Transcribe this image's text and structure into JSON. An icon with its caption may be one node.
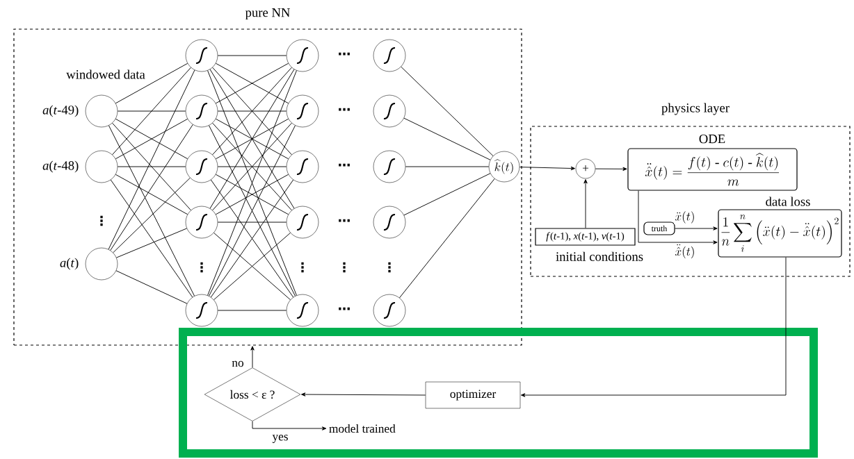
{
  "diagram": {
    "nodes": [
      {
        "text": [
          "pure NN"
        ]
      },
      {
        "text": [],
        "shape": "circle",
        "beside": [
          "*a*(*t*-49)"
        ],
        "in": 0
      },
      {
        "text": [],
        "shape": "circle",
        "beside": [
          "*a*(*t*-48)"
        ],
        "in": 0
      },
      {
        "text": [],
        "shape": "circle",
        "beside": [
          "*a*(*t*)"
        ],
        "in": 0
      },
      {
        "text": [],
        "shape": "circle",
        "in": 0
      },
      {
        "text": [],
        "shape": "circle",
        "in": 0
      },
      {
        "text": [],
        "shape": "circle",
        "in": 0
      },
      {
        "text": [],
        "shape": "circle",
        "in": 0
      },
      {
        "text": [],
        "shape": "circle",
        "in": 0
      },
      {
        "text": [],
        "shape": "circle",
        "in": 0
      },
      {
        "text": [],
        "shape": "circle",
        "in": 0
      },
      {
        "text": [],
        "shape": "circle",
        "in": 0
      },
      {
        "text": [],
        "shape": "circle",
        "in": 0
      },
      {
        "text": [],
        "shape": "circle",
        "in": 0
      },
      {
        "text": [],
        "shape": "circle",
        "in": 0
      },
      {
        "text": [],
        "shape": "circle",
        "in": 0
      },
      {
        "text": [],
        "shape": "circle",
        "in": 0
      },
      {
        "text": [],
        "shape": "circle",
        "in": 0
      },
      {
        "text": [],
        "shape": "circle",
        "in": 0
      },
      {
        "text": [
          "\\widehat{k}(t)"
        ],
        "in": 0
      },
      {
        "text": [
          "physics layer"
        ]
      },
      {
        "text": [
          "+"
        ],
        "in": 20
      },
      {
        "text": [
          "ODE",
          "\\ddot{\\hat{x}}(t) = \\frac{f(t)\\ \\text{-}\\ c(t)\\ \\text{-}\\ \\widehat{k}(t)}{m}"
        ],
        "in": 20
      },
      {
        "text": [
          "*f*(*t*-1), *x*(*t*-1), *v*(*t*-1)",
          "initial conditions"
        ],
        "in": 20
      },
      {
        "text": [
          "truth"
        ],
        "in": 20
      },
      {
        "text": [
          "data loss",
          "\\frac{1}{n}\\sum_{i}^{n}\\left(\\ddot{x}(t)-\\ddot{\\hat{x}}(t)\\right)^{2}"
        ],
        "in": 20
      },
      {
        "text": [],
        "shape": "box"
      },
      {
        "text": [
          "optimizer"
        ],
        "in": 26
      },
      {
        "text": [
          "loss < ε ?"
        ],
        "in": 26
      },
      {
        "text": [
          "model trained"
        ],
        "in": 26
      }
    ],
    "edges": [
      {
        "from": 1,
        "to": 4,
        "arrow": "none"
      },
      {
        "from": 1,
        "to": 5,
        "arrow": "none"
      },
      {
        "from": 1,
        "to": 6,
        "arrow": "none"
      },
      {
        "from": 1,
        "to": 7,
        "arrow": "none"
      },
      {
        "from": 1,
        "to": 8,
        "arrow": "none"
      },
      {
        "from": 2,
        "to": 4,
        "arrow": "none"
      },
      {
        "from": 2,
        "to": 5,
        "arrow": "none"
      },
      {
        "from": 2,
        "to": 6,
        "arrow": "none"
      },
      {
        "from": 2,
        "to": 7,
        "arrow": "none"
      },
      {
        "from": 2,
        "to": 8,
        "arrow": "none"
      },
      {
        "from": 3,
        "to": 4,
        "arrow": "none"
      },
      {
        "from": 3,
        "to": 5,
        "arrow": "none"
      },
      {
        "from": 3,
        "to": 6,
        "arrow": "none"
      },
      {
        "from": 3,
        "to": 7,
        "arrow": "none"
      },
      {
        "from": 3,
        "to": 8,
        "arrow": "none"
      },
      {
        "from": 4,
        "to": 9,
        "arrow": "none"
      },
      {
        "from": 4,
        "to": 10,
        "arrow": "none"
      },
      {
        "from": 4,
        "to": 11,
        "arrow": "none"
      },
      {
        "from": 4,
        "to": 12,
        "arrow": "none"
      },
      {
        "from": 4,
        "to": 13,
        "arrow": "none"
      },
      {
        "from": 5,
        "to": 9,
        "arrow": "none"
      },
      {
        "from": 5,
        "to": 10,
        "arrow": "none"
      },
      {
        "from": 5,
        "to": 11,
        "arrow": "none"
      },
      {
        "from": 5,
        "to": 12,
        "arrow": "none"
      },
      {
        "from": 5,
        "to": 13,
        "arrow": "none"
      },
      {
        "from": 6,
        "to": 9,
        "arrow": "none"
      },
      {
        "from": 6,
        "to": 10,
        "arrow": "none"
      },
      {
        "from": 6,
        "to": 11,
        "arrow": "none"
      },
      {
        "from": 6,
        "to": 12,
        "arrow": "none"
      },
      {
        "from": 6,
        "to": 13,
        "arrow": "none"
      },
      {
        "from": 7,
        "to": 9,
        "arrow": "none"
      },
      {
        "from": 7,
        "to": 10,
        "arrow": "none"
      },
      {
        "from": 7,
        "to": 11,
        "arrow": "none"
      },
      {
        "from": 7,
        "to": 12,
        "arrow": "none"
      },
      {
        "from": 7,
        "to": 13,
        "arrow": "none"
      },
      {
        "from": 8,
        "to": 9,
        "arrow": "none"
      },
      {
        "from": 8,
        "to": 10,
        "arrow": "none"
      },
      {
        "from": 8,
        "to": 11,
        "arrow": "none"
      },
      {
        "from": 8,
        "to": 12,
        "arrow": "none"
      },
      {
        "from": 8,
        "to": 13,
        "arrow": "none"
      },
      {
        "from": 14,
        "to": 19,
        "arrow": "none"
      },
      {
        "from": 15,
        "to": 19,
        "arrow": "none"
      },
      {
        "from": 16,
        "to": 19,
        "arrow": "none"
      },
      {
        "from": 17,
        "to": 19,
        "arrow": "none"
      },
      {
        "from": 18,
        "to": 19,
        "arrow": "none"
      },
      {
        "from": 19,
        "to": 21,
        "arrow": "to"
      },
      {
        "from": 23,
        "to": 21,
        "arrow": "to"
      },
      {
        "from": 21,
        "to": 22,
        "arrow": "to"
      },
      {
        "from": 24,
        "to": 25,
        "arrow": "to",
        "label": "\\ddot{x}(t)"
      },
      {
        "from": 22,
        "to": 25,
        "arrow": "to",
        "label": "\\ddot{\\hat{x}}(t)"
      },
      {
        "from": 25,
        "to": 27,
        "arrow": "to"
      },
      {
        "from": 27,
        "to": 28,
        "arrow": "to"
      },
      {
        "from": 28,
        "to": 0,
        "arrow": "to",
        "label": "no"
      },
      {
        "from": 28,
        "to": 29,
        "arrow": "to",
        "label": "yes"
      }
    ],
    "labels": [
      "windowed data",
      "⋯",
      "⋯",
      "⋯",
      "⋮",
      "⋯",
      "⋮",
      "⋮",
      "⋮",
      "⋮",
      "⋯"
    ]
  }
}
